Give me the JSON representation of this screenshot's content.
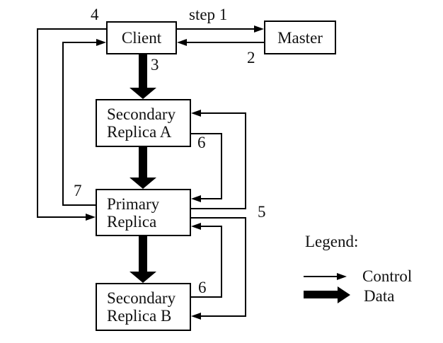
{
  "colors": {
    "stroke": "#000000",
    "text": "#111111",
    "background": "#ffffff"
  },
  "nodes": {
    "client": {
      "label": "Client"
    },
    "master": {
      "label": "Master"
    },
    "secondary_a": {
      "line1": "Secondary",
      "line2": "Replica A"
    },
    "primary": {
      "line1": "Primary",
      "line2": "Replica"
    },
    "secondary_b": {
      "line1": "Secondary",
      "line2": "Replica B"
    }
  },
  "labels": {
    "step1": "step 1",
    "n2": "2",
    "n3": "3",
    "n4": "4",
    "n5": "5",
    "n6_upper": "6",
    "n6_lower": "6",
    "n7": "7"
  },
  "legend": {
    "title": "Legend:",
    "control_label": "Control",
    "data_label": "Data"
  },
  "edges": [
    {
      "label": "step 1",
      "from": "client",
      "to": "master",
      "type": "control"
    },
    {
      "label": "2",
      "from": "master",
      "to": "client",
      "type": "control"
    },
    {
      "label": "3",
      "from": "client",
      "to": "secondary_a",
      "type": "data"
    },
    {
      "label": "",
      "from": "secondary_a",
      "to": "primary",
      "type": "data"
    },
    {
      "label": "",
      "from": "primary",
      "to": "secondary_b",
      "type": "data"
    },
    {
      "label": "4",
      "from": "client",
      "to": "primary",
      "type": "control"
    },
    {
      "label": "5",
      "from": "primary",
      "to": "secondary_a",
      "type": "control"
    },
    {
      "label": "5",
      "from": "primary",
      "to": "secondary_b",
      "type": "control"
    },
    {
      "label": "6",
      "from": "secondary_a",
      "to": "primary",
      "type": "control"
    },
    {
      "label": "6",
      "from": "secondary_b",
      "to": "primary",
      "type": "control"
    },
    {
      "label": "7",
      "from": "primary",
      "to": "client",
      "type": "control"
    }
  ]
}
